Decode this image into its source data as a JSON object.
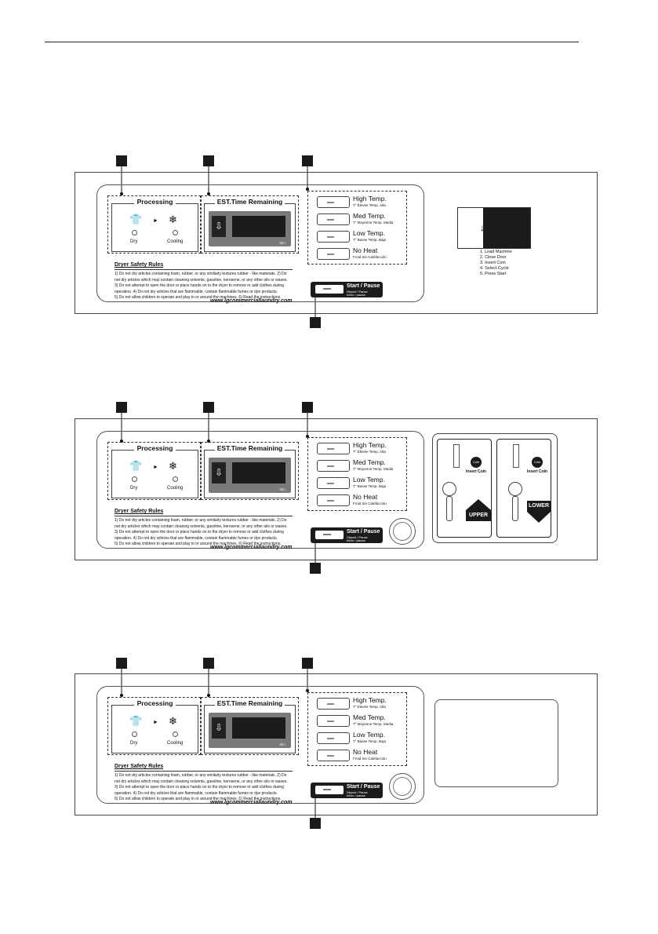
{
  "panel": {
    "processing_title": "Processing",
    "dry_label": "Dry",
    "cooling_label": "Cooling",
    "est_title": "EST.Time Remaining",
    "min_label": "Min.",
    "rules_title": "Dryer Safety Rules",
    "rules_lines": [
      "1) Do not dry articles containing foam, rubber, or any similarly textures rubber - like materials.   2) Do",
      "not dry articles which may contain cleaning solvents, gasoline, kerosene, or any other oils or waxes.",
      "3) Do not attempt to open the door or place hands on to the dryer to remove or add clothes during",
      "operation.   4) Do not dry articles that are flammable, contain flammable fumes or dye products.",
      "5) Do not allow children to operate and play in or around the machines.   6) Read the instructions."
    ],
    "url": "www.lgcommerciallaundry.com",
    "temps": [
      {
        "label": "High Temp.",
        "sub": "T° Élevée  Temp. Alta"
      },
      {
        "label": "Med Temp.",
        "sub": "T° Moyenne  Temp. Media"
      },
      {
        "label": "Low Temp.",
        "sub": "T° Basse  Temp. Baja"
      },
      {
        "label": "No Heat",
        "sub": "Froid  Sin Calefacción"
      }
    ],
    "start_label": "Start / Pause",
    "start_sub1": "Départ / Pause",
    "start_sub2": "Inicio / pausa"
  },
  "instructions": [
    "1. Load Machine",
    "2. Close Door",
    "3. Insert Coin",
    "4. Select Cycle",
    "5. Press Start"
  ],
  "coin": {
    "coin_dot": "Coin",
    "insert_label": "Insert Coin",
    "upper_label": "UPPER",
    "lower_label": "LOWER"
  }
}
